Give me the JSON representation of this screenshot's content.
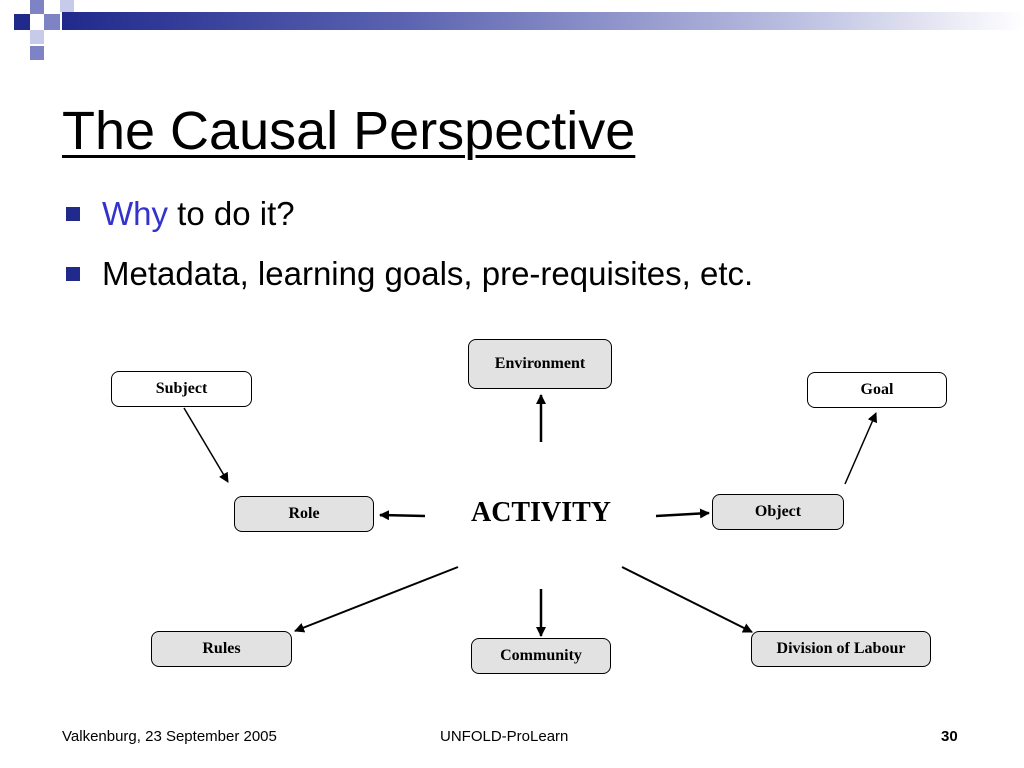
{
  "slide": {
    "title": "The Causal Perspective",
    "bullets": [
      {
        "highlight": "Why",
        "text": " to do it?"
      },
      {
        "highlight": "",
        "text": "Metadata, learning goals, pre-requisites, etc."
      }
    ]
  },
  "diagram": {
    "center": "ACTIVITY",
    "nodes": {
      "environment": "Environment",
      "subject": "Subject",
      "goal": "Goal",
      "role": "Role",
      "object": "Object",
      "rules": "Rules",
      "community": "Community",
      "division": "Division of Labour"
    }
  },
  "footer": {
    "left": "Valkenburg, 23 September 2005",
    "center": "UNFOLD-ProLearn",
    "page": "30"
  },
  "colors": {
    "accent": "#1f2a8c",
    "highlight_text": "#3333cc",
    "node_fill": "#e2e2e2"
  }
}
